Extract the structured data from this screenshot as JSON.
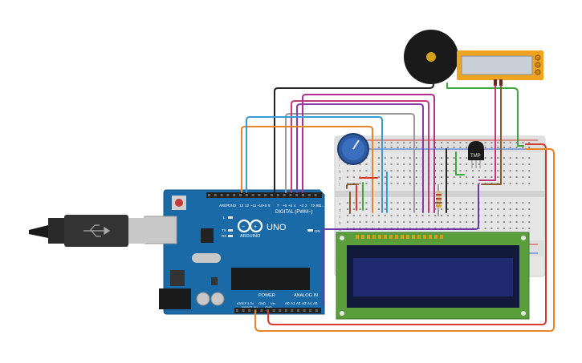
{
  "board": {
    "logo_text": "ARDUINO",
    "model": "UNO",
    "digital_label": "DIGITAL (PWM~)",
    "analog_label": "ANALOG IN",
    "power_label": "POWER",
    "led_l": "L",
    "led_tx": "TX",
    "led_rx": "RX",
    "led_on": "ON",
    "header_top_pins": [
      "AREF",
      "GND",
      "13",
      "12",
      "~11",
      "~10",
      "~9",
      "8",
      "7",
      "~6",
      "~5",
      "4",
      "~3",
      "2",
      "TX→1",
      "RX←0"
    ],
    "header_power_pins": [
      "IOREF",
      "RESET",
      "3.3V",
      "5V",
      "GND",
      "GND",
      "Vin"
    ],
    "header_analog_pins": [
      "A0",
      "A1",
      "A2",
      "A3",
      "A4",
      "A5"
    ]
  },
  "sensor": {
    "label": "TMP"
  },
  "breadboard": {
    "row_letters_top": [
      "j",
      "i",
      "h",
      "g",
      "f"
    ],
    "row_letters_bottom": [
      "e",
      "d",
      "c",
      "b",
      "a"
    ]
  },
  "colors": {
    "board_blue": "#1b6aa8",
    "breadboard": "#e8e8e8",
    "lcd_green": "#5a9e3c",
    "lcd_screen": "#1f2b6e",
    "display_orange": "#f0a321",
    "wire_orange": "#e8852a",
    "wire_blue": "#3a9bd6",
    "wire_purple": "#8a3aa8",
    "wire_pink": "#c23a7a",
    "wire_gray": "#9a9a9a",
    "wire_black": "#222222",
    "wire_red": "#d93a2a",
    "wire_green": "#3aa83a",
    "wire_brown": "#8b5a2b"
  }
}
